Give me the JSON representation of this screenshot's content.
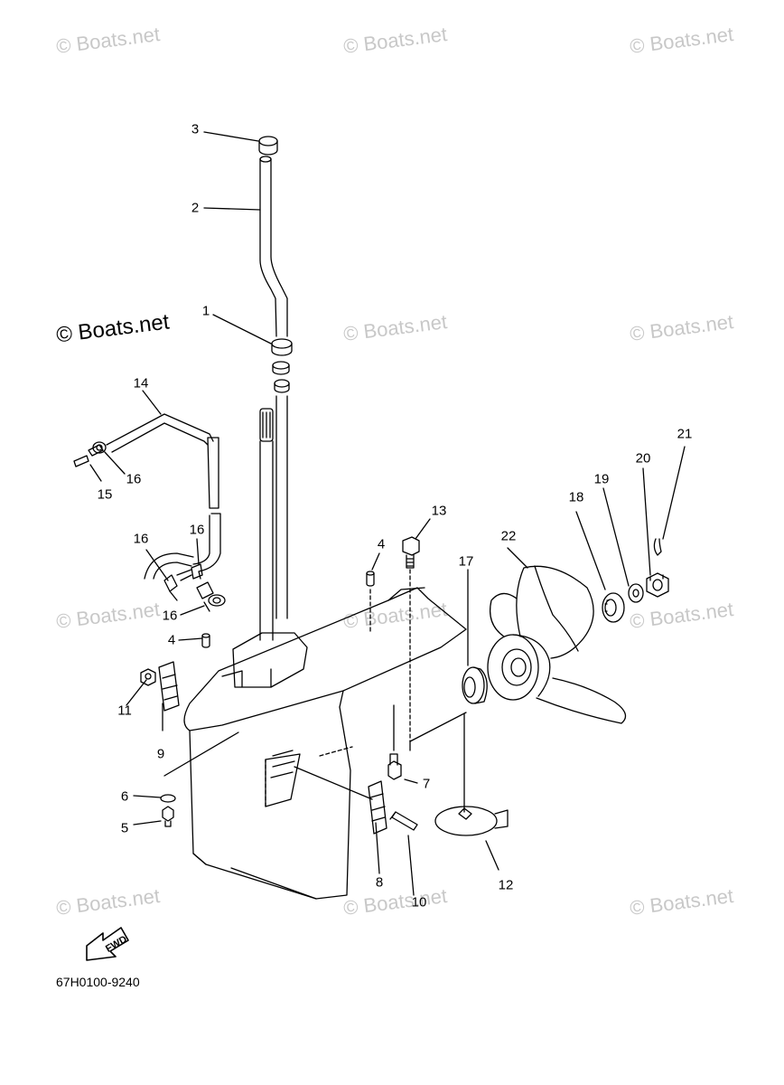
{
  "watermark": "© Boats.net",
  "diagram_code": "67H0100-9240",
  "fwd_label": "FWD",
  "callouts": {
    "c1": "1",
    "c2": "2",
    "c3": "3",
    "c4a": "4",
    "c4b": "4",
    "c5": "5",
    "c6": "6",
    "c7": "7",
    "c8": "8",
    "c9": "9",
    "c10": "10",
    "c11": "11",
    "c12": "12",
    "c13": "13",
    "c14": "14",
    "c15": "15",
    "c16a": "16",
    "c16b": "16",
    "c16c": "16",
    "c16d": "16",
    "c17": "17",
    "c18": "18",
    "c19": "19",
    "c20": "20",
    "c21": "21",
    "c22": "22"
  }
}
